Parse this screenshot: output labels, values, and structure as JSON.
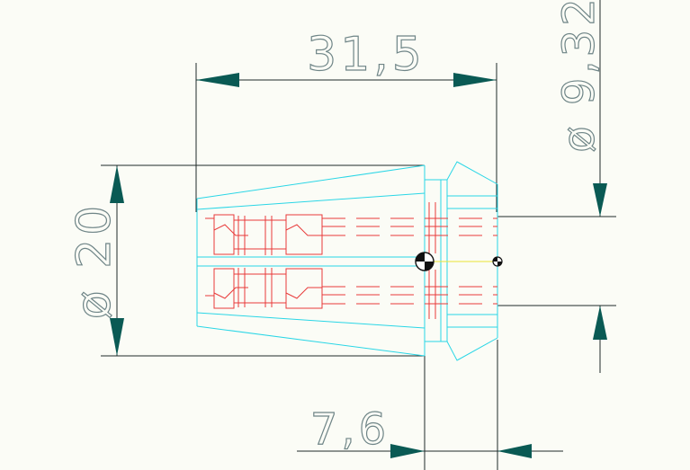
{
  "drawing": {
    "type": "collet technical drawing",
    "colors": {
      "background": "#fbfcf6",
      "dimension_text": "#6f8587",
      "dimension_line": "#1f2a2a",
      "arrow": "#0a5a54",
      "outline": "#2ad6e6",
      "hidden_detail": "#e83a3a",
      "center_line": "#e9e534"
    },
    "dimensions": {
      "length": "31,5",
      "outer_diameter": "ø 20",
      "bore_diameter": "ø 9,32",
      "head_length": "7,6"
    }
  }
}
